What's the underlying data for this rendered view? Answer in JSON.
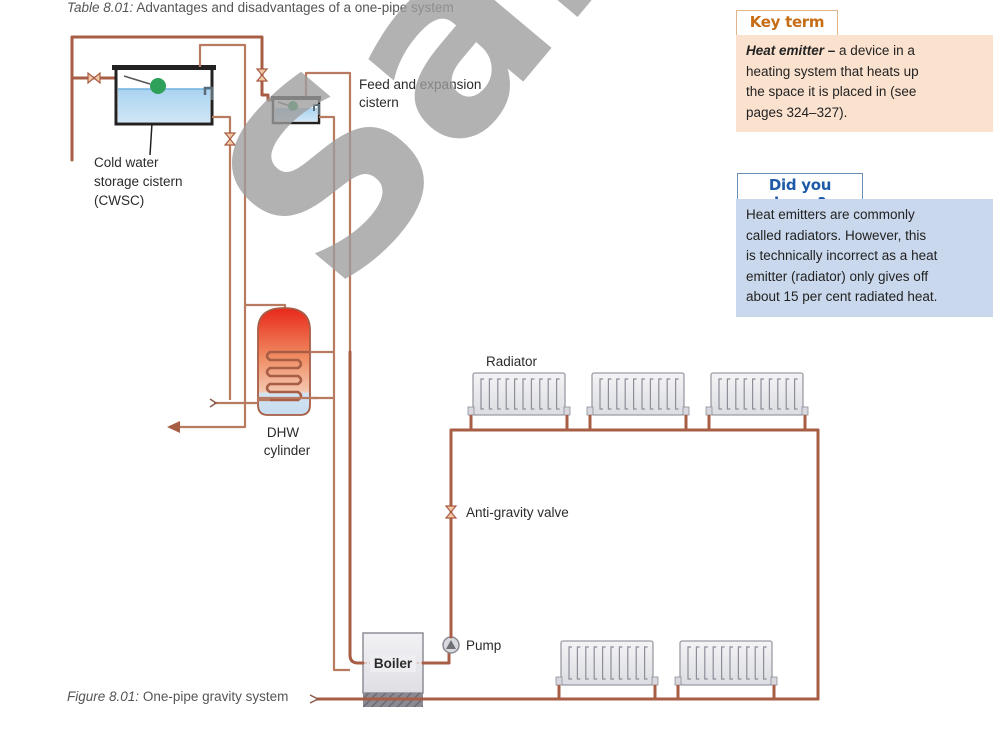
{
  "table_caption": {
    "prefix": "Table 8.01:",
    "text": "Advantages and disadvantages of a one-pipe system"
  },
  "figure_caption": {
    "prefix": "Figure 8.01:",
    "text": "One-pipe gravity system"
  },
  "watermark": "Sample",
  "labels": {
    "cwsc_line1": "Cold water",
    "cwsc_line2": "storage cistern",
    "cwsc_line3": "(CWSC)",
    "fe_line1": "Feed and expansion",
    "fe_line2": "cistern",
    "dhw_line1": "DHW",
    "dhw_line2": "cylinder",
    "radiator": "Radiator",
    "anti_gravity_valve": "Anti-gravity valve",
    "pump": "Pump",
    "boiler": "Boiler"
  },
  "key_term": {
    "tab": "Key term",
    "term": "Heat emitter",
    "dash": " – ",
    "line1_rest": "a device in a",
    "line2": "heating system that heats up",
    "line3": "the space it is placed in (see",
    "line4": "pages 324–327)."
  },
  "did_you_know": {
    "tab": "Did you know?",
    "line1": "Heat emitters are commonly",
    "line2": "called radiators. However, this",
    "line3": "is technically incorrect as a heat",
    "line4": "emitter (radiator) only gives off",
    "line5": "about 15 per cent radiated heat."
  },
  "colors": {
    "pipe": "#a85d45",
    "key_term_accent": "#c66d15",
    "key_term_bg": "#fbe2cf",
    "did_you_know_accent": "#1d5aa8",
    "did_you_know_bg": "#c9d8ec",
    "water": "#bcdcf2",
    "float_ball": "#2fa05a"
  }
}
